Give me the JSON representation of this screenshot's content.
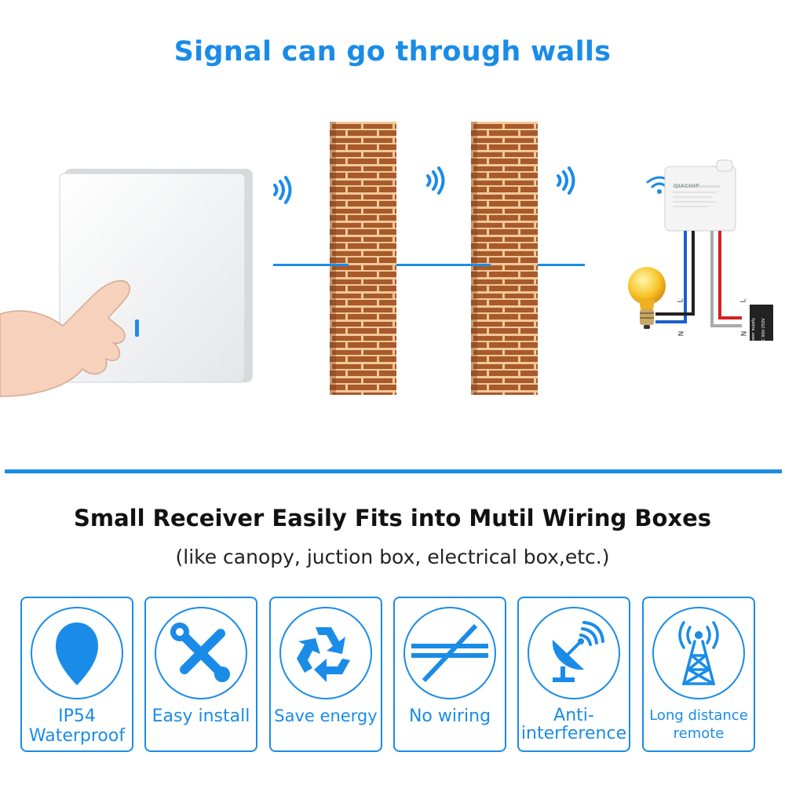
{
  "colors": {
    "accent": "#1a8ce8",
    "brick": "#a85a2a",
    "mortar": "#f0c89a"
  },
  "headline": "Signal can go through walls",
  "receiver": {
    "brand": "QIACHIP",
    "labels": [
      "L",
      "N",
      "L",
      "N"
    ],
    "power_label": "Power supply",
    "voltage_label": "AC 90V-250V"
  },
  "section2": {
    "title": "Small Receiver Easily Fits into Mutil Wiring Boxes",
    "subtitle": "(like canopy, juction box, electrical box,etc.)"
  },
  "features": [
    {
      "icon": "water-drop-icon",
      "line1": "IP54",
      "line2": "Waterproof"
    },
    {
      "icon": "tools-icon",
      "line1": "Easy install",
      "line2": ""
    },
    {
      "icon": "recycle-icon",
      "line1": "Save energy",
      "line2": ""
    },
    {
      "icon": "no-wiring-icon",
      "line1": "No wiring",
      "line2": ""
    },
    {
      "icon": "satellite-dish-icon",
      "line1": "Anti-",
      "line2": "interference"
    },
    {
      "icon": "radio-tower-icon",
      "line1": "Long distance",
      "line2": "remote"
    }
  ]
}
